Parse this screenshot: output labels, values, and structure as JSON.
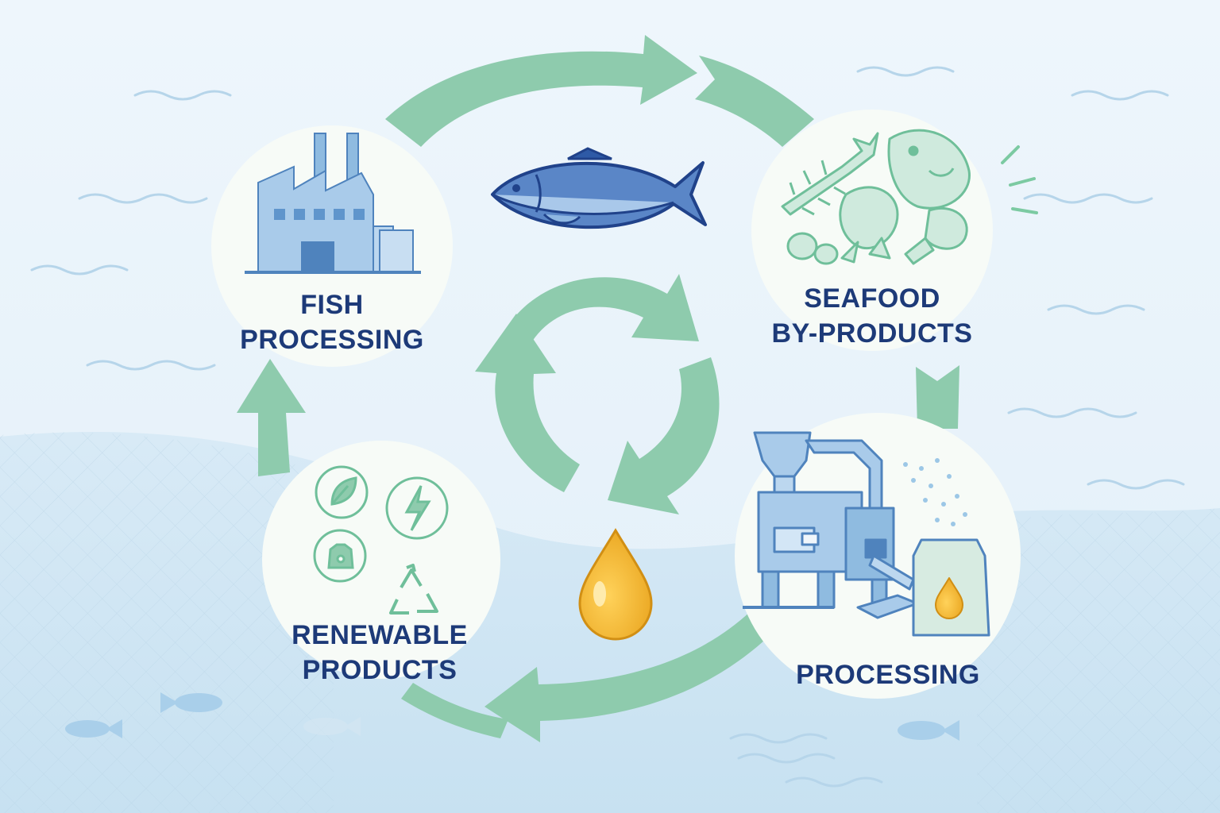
{
  "nodes": {
    "fish_processing": {
      "line1": "FISH",
      "line2": "PROCESSING",
      "icon": "factory-icon"
    },
    "seafood_byproducts": {
      "line1": "SEAFOOD",
      "line2": "BY-PRODUCTS",
      "icon": "seafood-scraps-icon"
    },
    "processing": {
      "line1": "PROCESSING",
      "icon": "processing-machine-icon"
    },
    "renewable_products": {
      "line1": "RENEWABLE",
      "line2": "PRODUCTS",
      "icon": "renewable-icons"
    }
  },
  "center": {
    "icons": [
      "fish-icon",
      "recycle-arrows-icon",
      "oil-drop-icon"
    ]
  },
  "colors": {
    "sky": "#eaf4fb",
    "sea": "#cfe5f3",
    "arrow": "#8ecbad",
    "navy": "#1d3a78",
    "icon_blue": "#7fb4de",
    "icon_green": "#6fbf9a",
    "oil": "#f2b632",
    "node_fill": "#f7fbf7"
  }
}
